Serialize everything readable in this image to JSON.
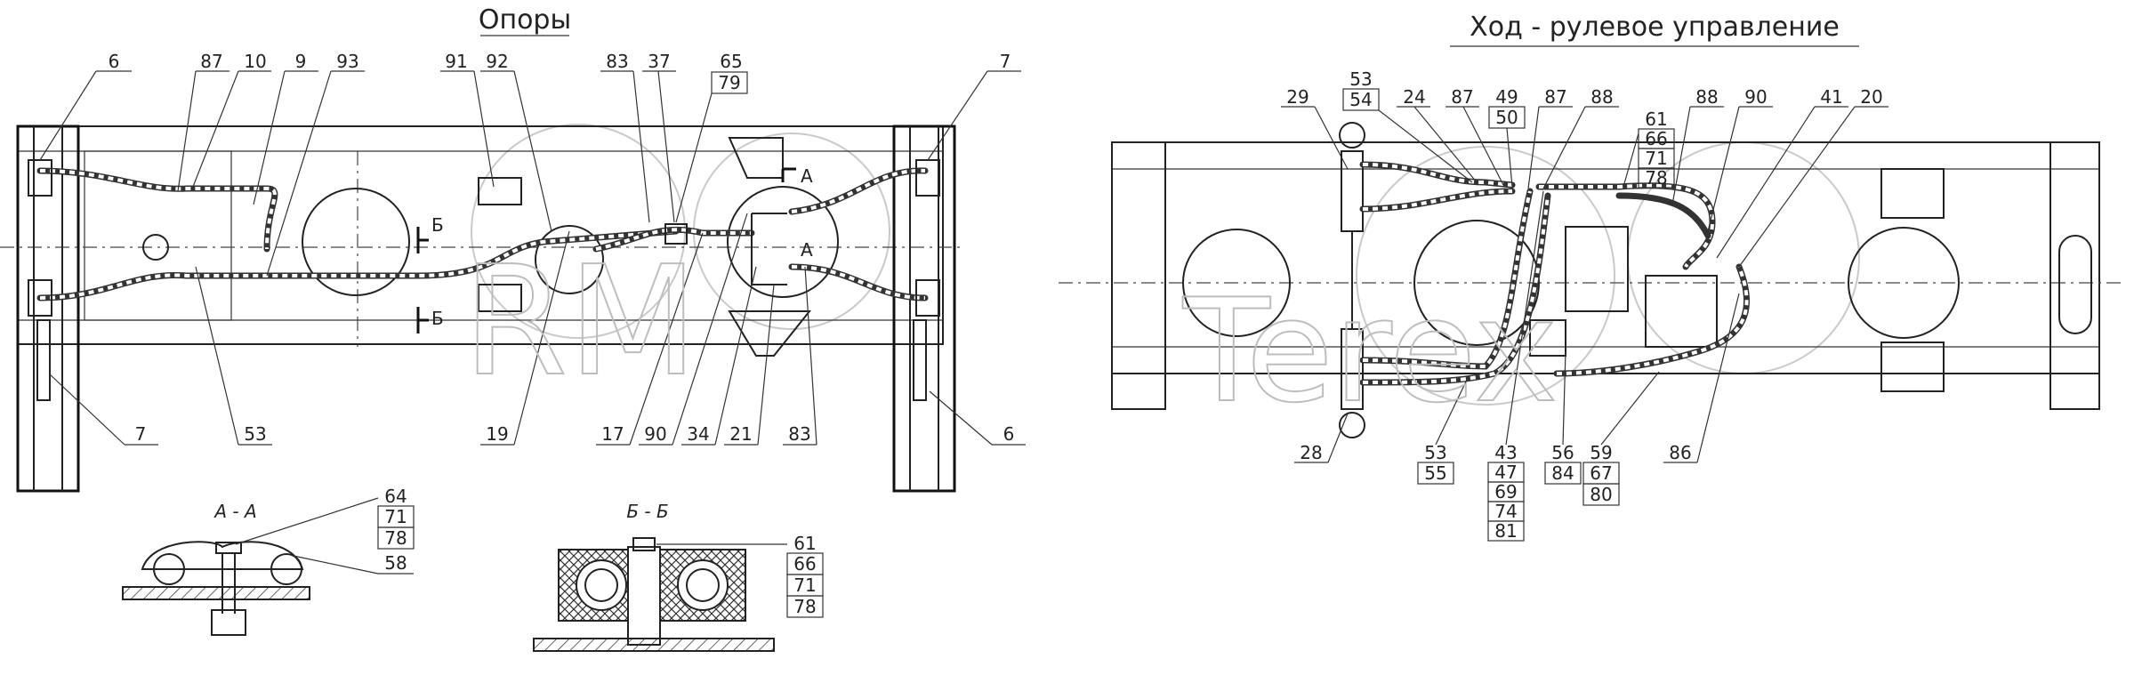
{
  "left_view": {
    "title": "Опоры",
    "callouts_top": [
      "6",
      "87",
      "10",
      "9",
      "93",
      "91",
      "92",
      "83",
      "37",
      "65",
      "79",
      "7"
    ],
    "callouts_bottom": [
      "7",
      "53",
      "19",
      "17",
      "90",
      "34",
      "21",
      "83",
      "6"
    ],
    "section_marks": [
      "Б",
      "Б",
      "А",
      "А"
    ]
  },
  "right_view": {
    "title": "Ход - рулевое управление",
    "callouts_top": [
      "29",
      "53",
      "54",
      "24",
      "87",
      "49",
      "50",
      "87",
      "88",
      "61",
      "66",
      "71",
      "78",
      "88",
      "90",
      "41",
      "20"
    ],
    "callouts_bottom": [
      "28",
      "53",
      "55",
      "43",
      "47",
      "69",
      "74",
      "81",
      "56",
      "84",
      "59",
      "67",
      "80",
      "86"
    ]
  },
  "section_aa": {
    "title": "А - А",
    "callouts": [
      "64",
      "71",
      "78",
      "58"
    ]
  },
  "section_bb": {
    "title": "Б - Б",
    "callouts": [
      "61",
      "66",
      "71",
      "78"
    ]
  },
  "watermarks": [
    "RM",
    "Terex"
  ]
}
